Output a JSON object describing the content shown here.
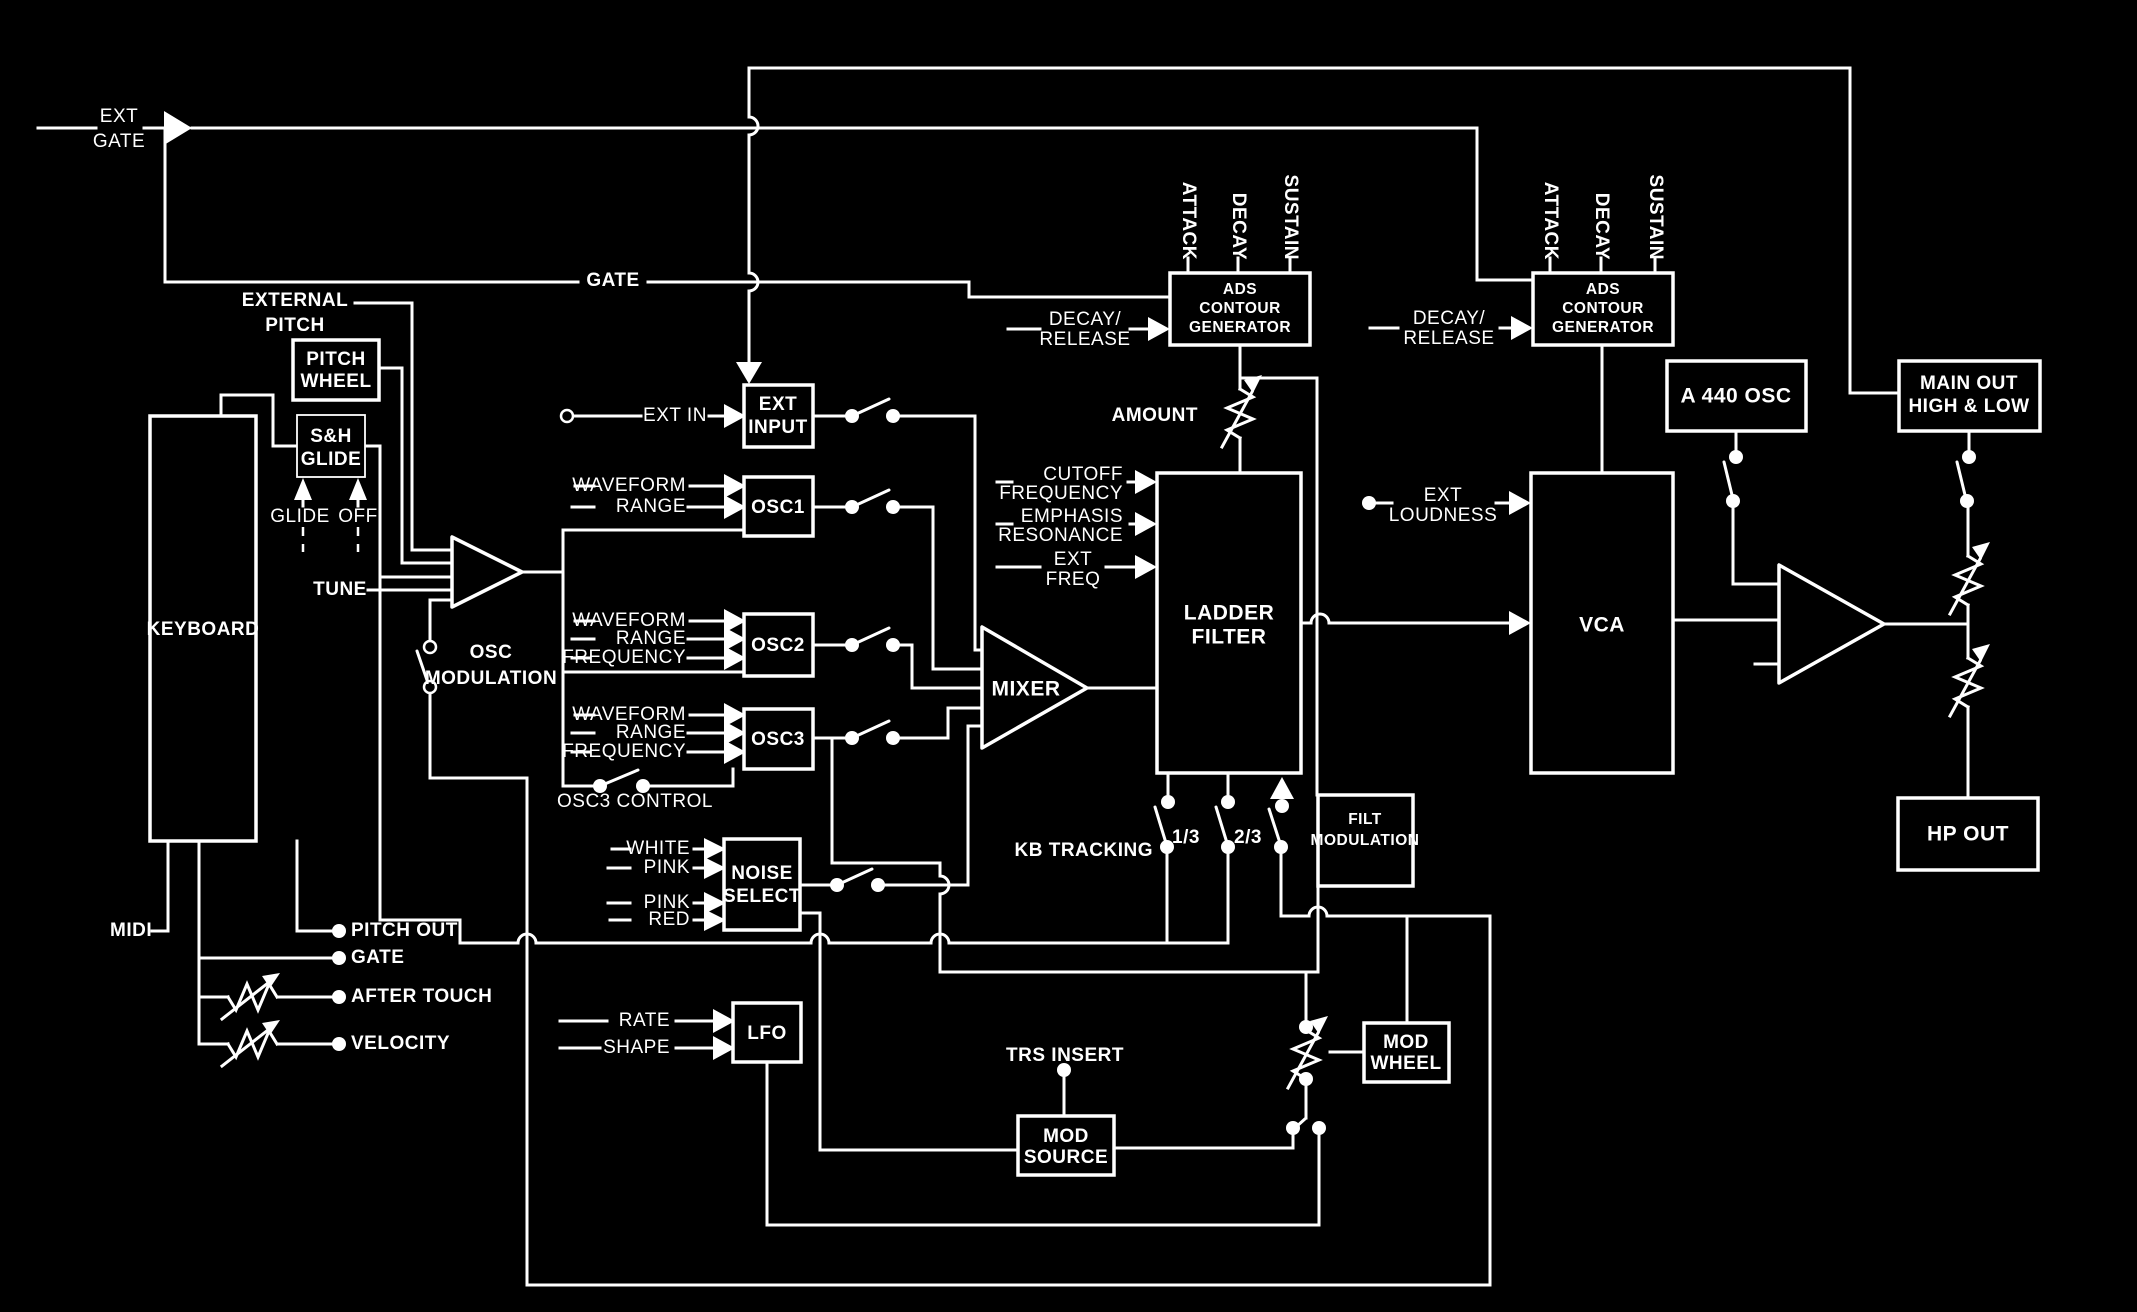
{
  "diagram": {
    "colors": {
      "background": "#000000",
      "foreground": "#ffffff"
    },
    "labels": {
      "ext": "EXT",
      "gate": "GATE",
      "external": "EXTERNAL",
      "pitch": "PITCH",
      "glide": "GLIDE",
      "off": "OFF",
      "tune": "TUNE",
      "osc": "OSC",
      "modulation": "MODULATION",
      "ext_in": "EXT IN",
      "waveform": "WAVEFORM",
      "range": "RANGE",
      "frequency": "FREQUENCY",
      "osc3_control": "OSC3 CONTROL",
      "white": "WHITE",
      "pink": "PINK",
      "red": "RED",
      "rate": "RATE",
      "shape": "SHAPE",
      "attack": "ATTACK",
      "decay": "DECAY",
      "sustain": "SUSTAIN",
      "decay_slash": "DECAY/",
      "release": "RELEASE",
      "amount": "AMOUNT",
      "cutoff": "CUTOFF",
      "emphasis": "EMPHASIS",
      "resonance": "RESONANCE",
      "freq": "FREQ",
      "kb_tracking": "KB TRACKING",
      "one_third": "1/3",
      "two_thirds": "2/3",
      "loudness": "LOUDNESS",
      "midi": "MIDI",
      "pitch_out": "PITCH OUT",
      "after_touch": "AFTER TOUCH",
      "velocity": "VELOCITY",
      "trs_insert": "TRS INSERT",
      "mixer": "MIXER"
    },
    "boxes": {
      "keyboard": "KEYBOARD",
      "pitch_wheel": [
        "PITCH",
        "WHEEL"
      ],
      "sh_glide": [
        "S&H",
        "GLIDE"
      ],
      "ext_input": [
        "EXT",
        "INPUT"
      ],
      "osc1": "OSC1",
      "osc2": "OSC2",
      "osc3": "OSC3",
      "noise_select": [
        "NOISE",
        "SELECT"
      ],
      "lfo": "LFO",
      "mod_source": [
        "MOD",
        "SOURCE"
      ],
      "mod_wheel": [
        "MOD",
        "WHEEL"
      ],
      "ads": [
        "ADS",
        "CONTOUR",
        "GENERATOR"
      ],
      "ladder_filter": [
        "LADDER",
        "FILTER"
      ],
      "filt_modulation": [
        "FILT",
        "MODULATION"
      ],
      "vca": "VCA",
      "a440": "A 440 OSC",
      "main_out": [
        "MAIN OUT",
        "HIGH & LOW"
      ],
      "hp_out": "HP OUT"
    }
  }
}
